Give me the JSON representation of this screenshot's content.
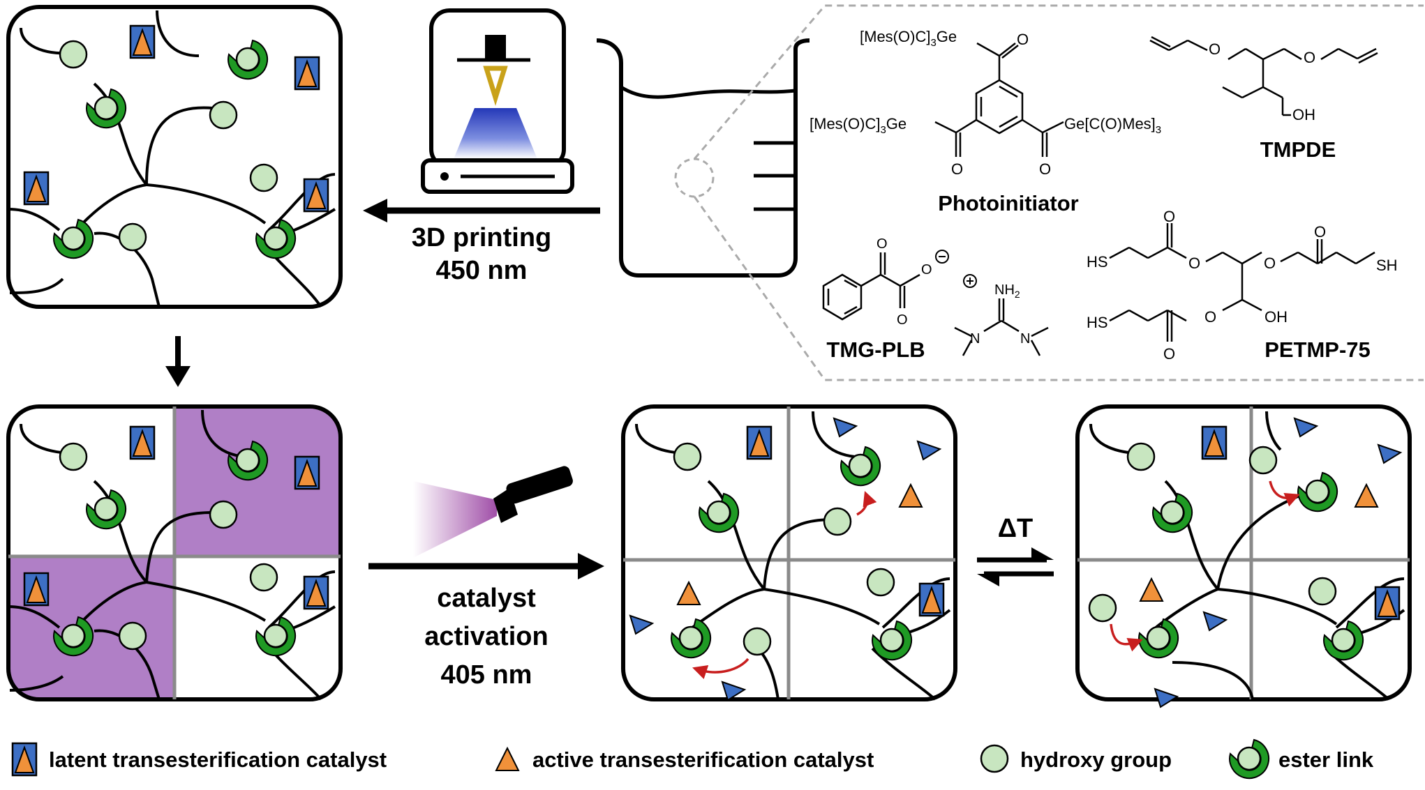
{
  "colors": {
    "ester_green": "#1f9a24",
    "hydroxy_fill": "#c8e6c0",
    "latent_blue": "#3d6fc4",
    "active_orange": "#f0913a",
    "exposed_purple": "#b07fc6",
    "mask_grid": "#8a8a8a",
    "arrow_red": "#c81e1e"
  },
  "process": {
    "printing_line1": "3D printing",
    "printing_line2": "450 nm",
    "activation_line1": "catalyst",
    "activation_line2": "activation",
    "activation_line3": "405 nm",
    "equilibrium": "ΔT"
  },
  "chemicals": {
    "photoinitiator": {
      "name": "Photoinitiator",
      "sub_top": "[Mes(O)C]",
      "sub_top_idx": "3",
      "sub_top_el": "Ge",
      "sub_left": "[Mes(O)C]",
      "sub_left_idx": "3",
      "sub_left_el": "Ge",
      "sub_right": "Ge[C(O)Mes]",
      "sub_right_idx": "3",
      "oxygen": "O"
    },
    "tmpde": {
      "name": "TMPDE",
      "oxygen": "O",
      "hydroxyl": "OH"
    },
    "tmg_plb": {
      "name": "TMG-PLB",
      "oxygen": "O",
      "anion": "O",
      "amine": "NH",
      "amine_idx": "2",
      "nitrogen": "N"
    },
    "petmp": {
      "name": "PETMP-75",
      "thiol": "HS",
      "thiol_r": "SH",
      "hydroxyl": "OH",
      "oxygen": "O"
    }
  },
  "legend": {
    "latent": "latent transesterification catalyst",
    "active": "active transesterification catalyst",
    "hydroxy": "hydroxy group",
    "ester": "ester link"
  }
}
